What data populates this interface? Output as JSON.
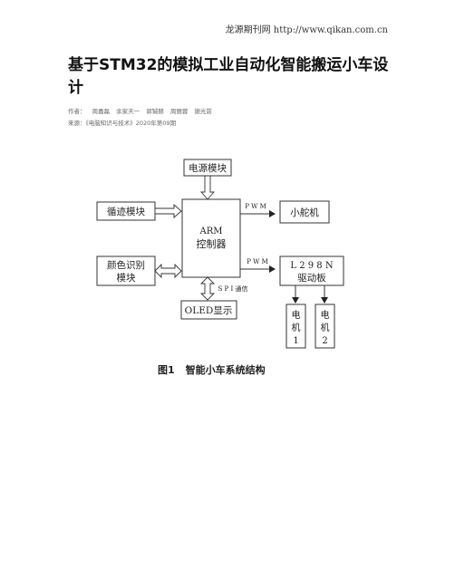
{
  "header": {
    "source_text": "龙源期刊网 http://www.qikan.com.cn"
  },
  "article": {
    "title": "基于STM32的模拟工业自动化智能搬运小车设计",
    "authors_label": "作者：",
    "authors": [
      "周嘉磊",
      "余家天一",
      "郭铖赫",
      "周丽蓉",
      "谢光前"
    ],
    "source_label": "来源：",
    "source_value": "《电脑知识与技术》2020年第09期"
  },
  "figure": {
    "number": "图1",
    "caption": "智能小车系统结构",
    "blocks": {
      "power": "电源模块",
      "tracking": "循迹模块",
      "color_line1": "颜色识别",
      "color_line2": "模块",
      "arm_line1": "ARM",
      "arm_line2": "控制器",
      "servo": "小舵机",
      "l298n_line1": "L 2 9 8 N",
      "l298n_line2": "驱动板",
      "oled": "OLED显示",
      "motor1_line1": "电",
      "motor1_line2": "机",
      "motor1_line3": "1",
      "motor2_line1": "电",
      "motor2_line2": "机",
      "motor2_line3": "2"
    },
    "links": {
      "pwm_top": "P W M",
      "pwm_bottom": "P W M",
      "spi": "S P I 通信"
    }
  }
}
